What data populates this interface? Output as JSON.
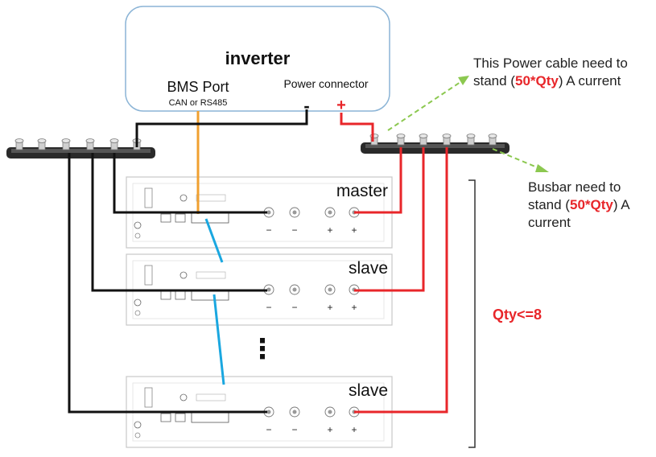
{
  "inverter": {
    "title": "inverter",
    "bms_port_label": "BMS Port",
    "bms_port_sub": "CAN or RS485",
    "power_connector_label": "Power connector",
    "minus_sign": "-",
    "plus_sign": "+"
  },
  "notes": {
    "cable": {
      "line1": "This Power cable need to",
      "line2_pre": "stand (",
      "line2_hl": "50*Qty",
      "line2_post": ") A current"
    },
    "busbar": {
      "line1": "Busbar need to",
      "line2_pre": "stand (",
      "line2_hl": "50*Qty",
      "line2_post": ") A",
      "line3": "current"
    }
  },
  "batteries": [
    {
      "role": "master"
    },
    {
      "role": "slave"
    },
    {
      "role": "slave"
    }
  ],
  "terminal_signs": {
    "minus": "−",
    "plus": "+"
  },
  "ellipsis": "⋮",
  "quantity_label": "Qty<=8",
  "colors": {
    "negative_wire": "#111111",
    "positive_wire": "#e8262a",
    "bms_wire": "#f0a030",
    "link_cable": "#1aa7e0",
    "arrow": "#8cc850",
    "highlight": "#e8262a",
    "inverter_border": "#8bb4d6"
  }
}
